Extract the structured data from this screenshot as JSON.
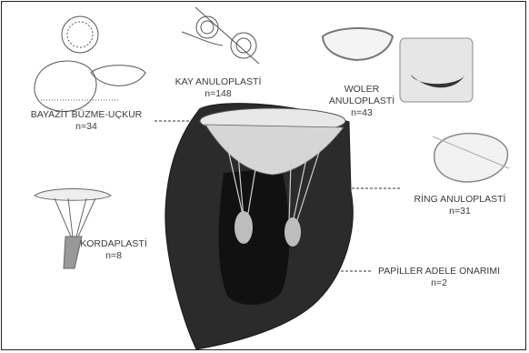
{
  "labels": {
    "bayazit": {
      "name": "BAYAZİT BÜZME-UÇKUR",
      "n": "n=34"
    },
    "kay": {
      "name": "KAY ANULOPLASTİ",
      "n": "n=148"
    },
    "woler": {
      "name1": "WOLER",
      "name2": "ANULOPLASTİ",
      "n": "n=43"
    },
    "ring": {
      "name": "RİNG ANULOPLASTİ",
      "n": "n=31"
    },
    "korda": {
      "name": "KORDAPLASTİ",
      "n": "n=8"
    },
    "papiller": {
      "name": "PAPİLLER ADELE ONARIMI",
      "n": "n=2"
    }
  },
  "colors": {
    "heart": "#2b2b2b",
    "chamber": "#111111",
    "label": "#3a3a3a"
  }
}
